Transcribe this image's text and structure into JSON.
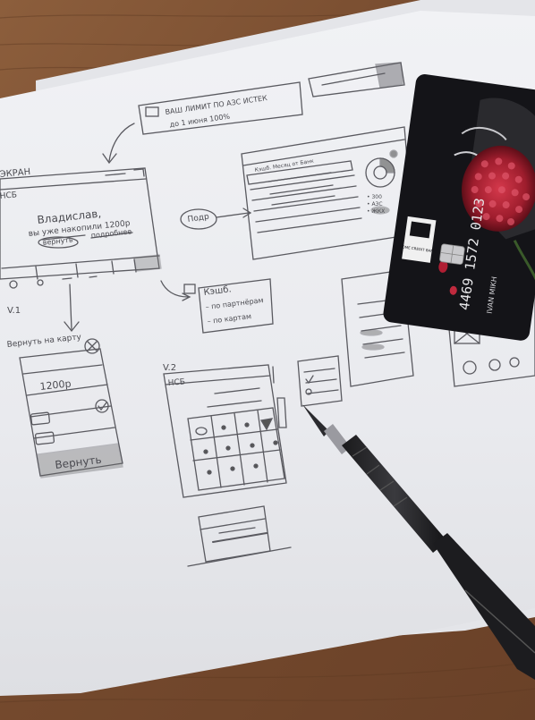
{
  "sketch": {
    "header_left": "ЭКРАН",
    "banner_note_line1": "ВАШ ЛИМИТ ПО АЗС ИСТЕК",
    "banner_note_line2": "до 1 июня 100%",
    "main_screen_label": "НСБ",
    "greeting_line1": "Владислав,",
    "greeting_line2": "вы уже накопили 1200р",
    "link_more": "подробнее",
    "link_return": "вернуть",
    "version_1": "V.1",
    "popup_title": "Кэшб.",
    "popup_item_1": "– по партнёрам",
    "popup_item_2": "– по картам",
    "bubble_text": "Подр",
    "refund_title": "Вернуть на карту",
    "refund_amount": "1200р",
    "refund_button": "Вернуть",
    "version_2": "V.2",
    "v2_screen_label": "НСБ",
    "analytics_header": "Кэшб.  Месяц  от  Банк",
    "legend_1": "• 300",
    "legend_2": "• АЗС",
    "legend_3": "• ЖКХ"
  },
  "card": {
    "bank_name": "HOME CREDIT BANK",
    "number": "4469 1572 0123",
    "holder": "IVAN MIKH"
  }
}
